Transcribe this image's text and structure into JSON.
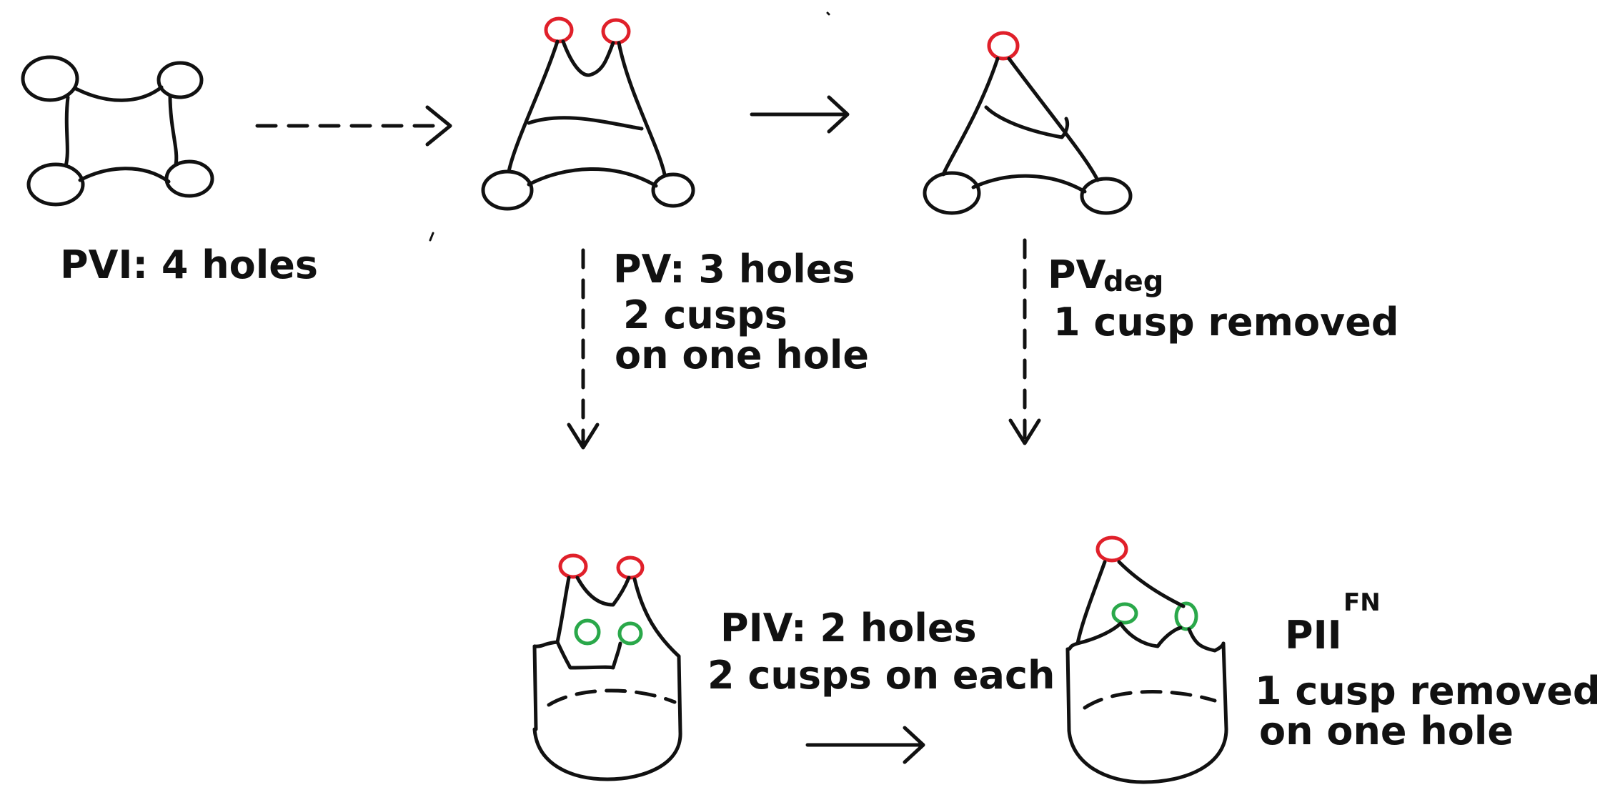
{
  "nodes": {
    "pvi": {
      "label": "PVI: 4 holes"
    },
    "pv": {
      "label": "PV: 3 holes",
      "line2": "2 cusps",
      "line3": "on one hole"
    },
    "pvdeg": {
      "label_main": "PV",
      "label_sub": "deg",
      "line2": "1 cusp removed"
    },
    "piv": {
      "label": "PIV: 2 holes",
      "line2": "2 cusps on each"
    },
    "pii": {
      "label_main": "PII",
      "label_sup": "FN",
      "line2": "1 cusp removed",
      "line3": "on one hole"
    }
  },
  "colors": {
    "stroke": "#111111",
    "cusp_red": "#e0202a",
    "cusp_green": "#2aa84a"
  }
}
